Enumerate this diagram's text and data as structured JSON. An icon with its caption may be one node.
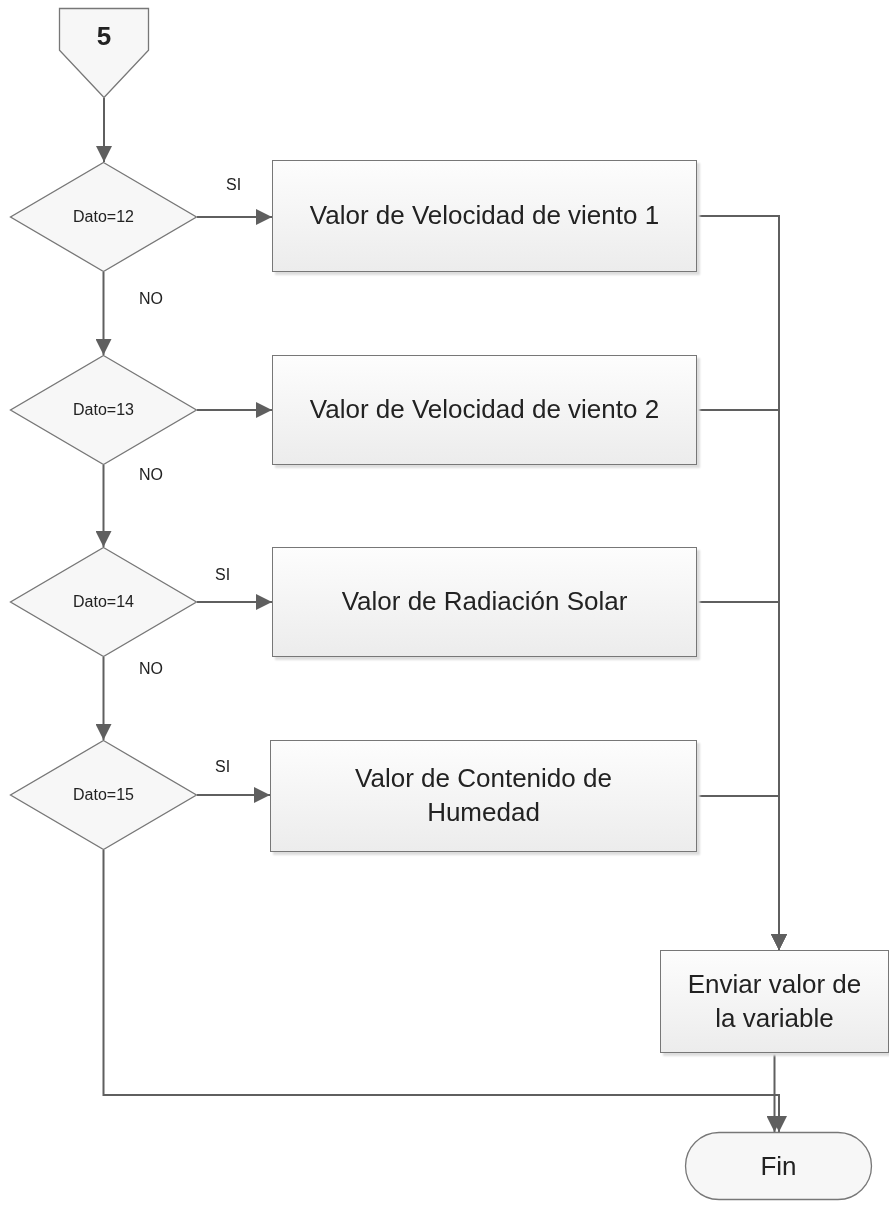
{
  "diagram": {
    "nodes": [
      {
        "text": [
          "5"
        ]
      },
      {
        "text": [
          "Dato=12"
        ]
      },
      {
        "text": [
          "Valor de Velocidad de viento 1"
        ]
      },
      {
        "text": [
          "Dato=13"
        ]
      },
      {
        "text": [
          "Valor de Velocidad de viento 2"
        ]
      },
      {
        "text": [
          "Dato=14"
        ]
      },
      {
        "text": [
          "Valor de Radiación Solar"
        ]
      },
      {
        "text": [
          "Dato=15"
        ]
      },
      {
        "text": [
          "Valor de Contenido de Humedad"
        ]
      },
      {
        "text": [
          "Enviar valor de la variable"
        ]
      },
      {
        "text": [
          "Fin"
        ]
      }
    ],
    "edges": [
      {
        "from": 0,
        "to": 1,
        "arrow": "to"
      },
      {
        "from": 1,
        "to": 2,
        "arrow": "to",
        "label": "SI"
      },
      {
        "from": 1,
        "to": 3,
        "arrow": "to",
        "label": "NO"
      },
      {
        "from": 3,
        "to": 4,
        "arrow": "to"
      },
      {
        "from": 3,
        "to": 5,
        "arrow": "to",
        "label": "NO"
      },
      {
        "from": 5,
        "to": 6,
        "arrow": "to",
        "label": "SI"
      },
      {
        "from": 5,
        "to": 7,
        "arrow": "to",
        "label": "NO"
      },
      {
        "from": 7,
        "to": 8,
        "arrow": "to",
        "label": "SI"
      },
      {
        "from": 2,
        "to": 9,
        "arrow": "to"
      },
      {
        "from": 4,
        "to": 9,
        "arrow": "to"
      },
      {
        "from": 6,
        "to": 9,
        "arrow": "to"
      },
      {
        "from": 8,
        "to": 9,
        "arrow": "to"
      },
      {
        "from": 9,
        "to": 10,
        "arrow": "to"
      },
      {
        "from": 7,
        "to": 10,
        "arrow": "to"
      }
    ]
  }
}
